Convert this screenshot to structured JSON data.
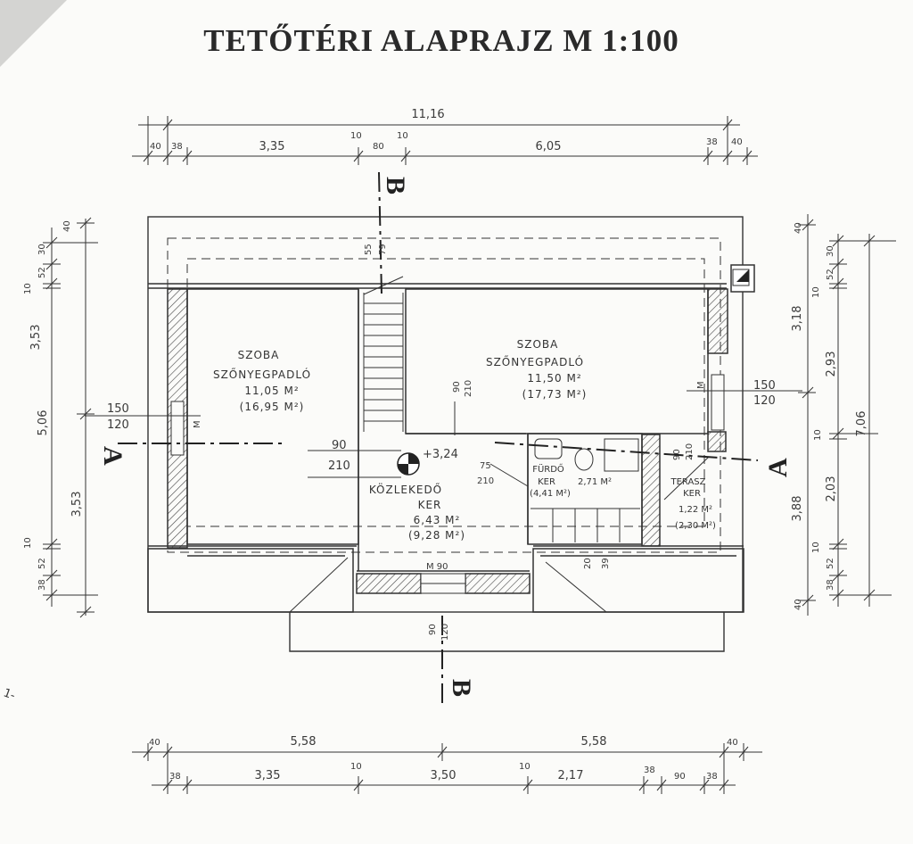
{
  "title": "TETŐTÉRI ALAPRAJZ M 1:100",
  "section_labels": {
    "a": "A",
    "b": "B"
  },
  "top_dims": {
    "total": "11,16",
    "d40a": "40",
    "d38a": "38",
    "d335": "3,35",
    "d10a": "10",
    "d80": "80",
    "d10b": "10",
    "d605": "6,05",
    "d38b": "38",
    "d40b": "40"
  },
  "bottom_dims": {
    "d40a": "40",
    "d558a": "5,58",
    "d558b": "5,58",
    "d40b": "40",
    "d38a": "38",
    "d335": "3,35",
    "d10a": "10",
    "d350": "3,50",
    "d10b": "10",
    "d217": "2,17",
    "d38b": "38",
    "d90": "90",
    "d38c": "38"
  },
  "left_dims": {
    "d40": "40",
    "d30": "30",
    "d52a": "52",
    "d10a": "10",
    "d353a": "3,53",
    "d506": "5,06",
    "d353b": "3,53",
    "d10b": "10",
    "d52b": "52",
    "d38": "38"
  },
  "right_dims": {
    "d40": "40",
    "d30": "30",
    "d52a": "52",
    "d10a": "10",
    "d318": "3,18",
    "d293": "2,93",
    "d10b": "10",
    "d203": "2,03",
    "d706": "7,06",
    "d388": "3,88",
    "d10c": "10",
    "d52b": "52",
    "d38": "38",
    "d40b": "40"
  },
  "window_dims": {
    "w150a": "150",
    "w120a": "120",
    "w150b": "150",
    "w120b": "120",
    "d90a": "90",
    "d210a": "210",
    "d90b": "90",
    "d210b": "210",
    "d75": "75",
    "d210c": "210",
    "d90c": "90",
    "d210d": "210",
    "m90": "M 90",
    "b90": "90",
    "b120": "120",
    "s55": "55",
    "s79": "79",
    "m1": "M",
    "m2": "M",
    "t20": "20",
    "t39": "39"
  },
  "rooms": [
    {
      "name": "SZOBA",
      "floor": "SZŐNYEGPADLÓ",
      "area": "11,05 M²",
      "area2": "(16,95 M²)"
    },
    {
      "name": "SZOBA",
      "floor": "SZŐNYEGPADLÓ",
      "area": "11,50 M²",
      "area2": "(17,73 M²)"
    },
    {
      "name": "KÖZLEKEDŐ",
      "floor": "KER",
      "area": "6,43 M²",
      "area2": "(9,28 M²)"
    },
    {
      "name": "FÜRDŐ",
      "floor": "KER",
      "area": "2,71 M²",
      "area2": "(4,41 M²)"
    },
    {
      "name": "TERASZ",
      "floor": "KER",
      "area": "1,22 M²",
      "area2": "(2,30 M²)"
    }
  ],
  "level": "+3,24",
  "margin_mark": "1-"
}
